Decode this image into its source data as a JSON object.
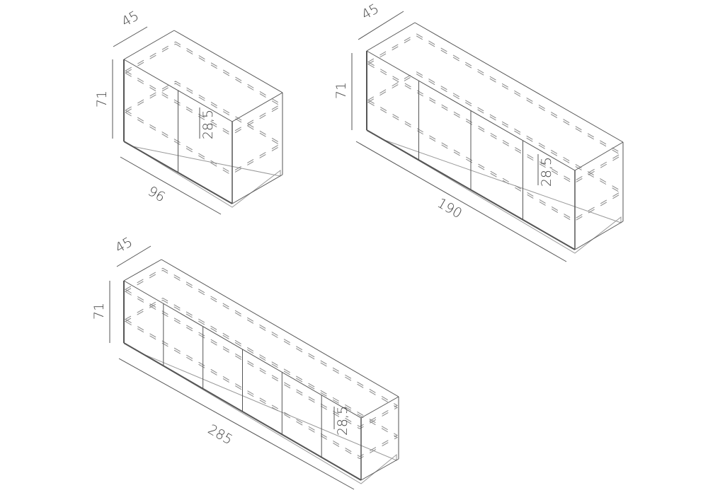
{
  "cabinets": [
    {
      "name": "sideboard-96",
      "doors": 2,
      "labels": {
        "depth": "45",
        "height": "71",
        "width": "96",
        "shelf": "28,5"
      }
    },
    {
      "name": "sideboard-190",
      "doors": 4,
      "labels": {
        "depth": "45",
        "height": "71",
        "width": "190",
        "shelf": "28,5"
      }
    },
    {
      "name": "sideboard-285",
      "doors": 6,
      "labels": {
        "depth": "45",
        "height": "71",
        "width": "285",
        "shelf": "28,5"
      }
    }
  ],
  "colors": {
    "line": "#555555",
    "dash": "#888888",
    "text": "#444444"
  }
}
